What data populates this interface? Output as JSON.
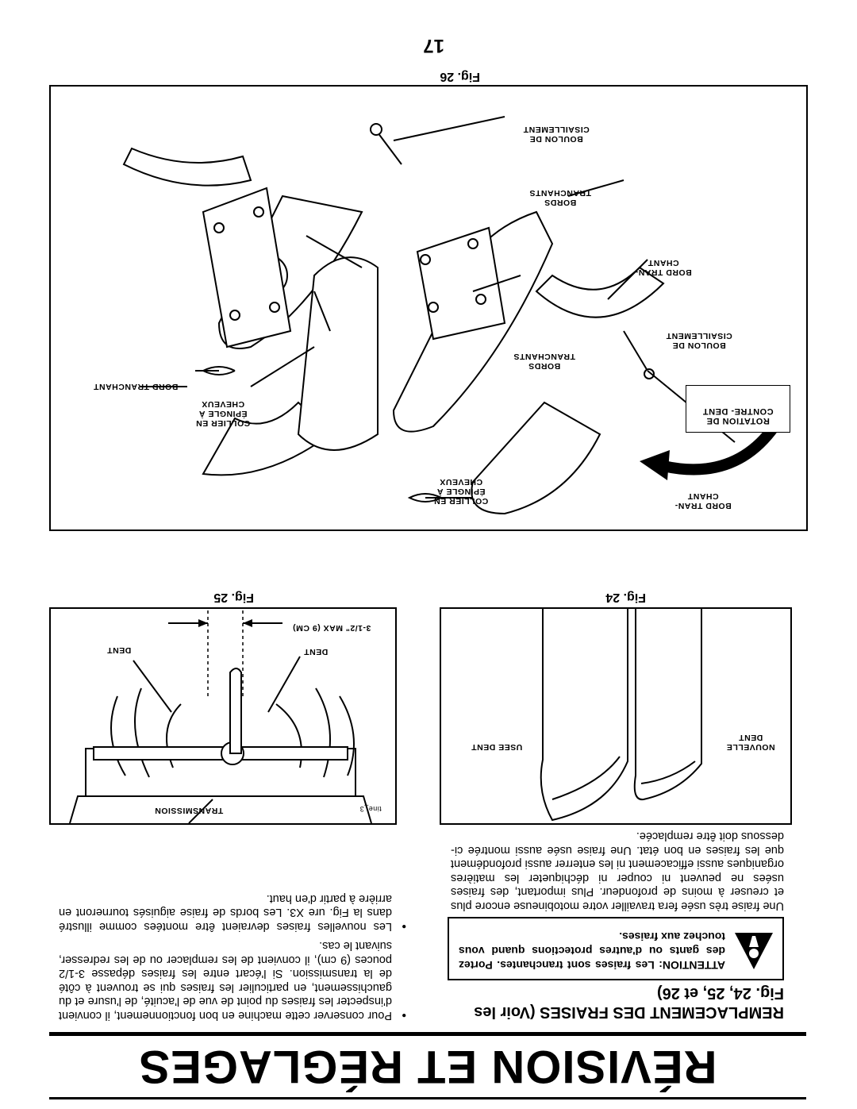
{
  "title": "RÉVISION ET RÉGLAGES",
  "section": {
    "heading": "REMPLACEMENT DES FRAISES (Voir les Fig. 24, 25, et 26)",
    "warning": "ATTENTION: Les fraises sont tranchantes. Portez des gants ou d'autres protections quand vous touchez aux fraises.",
    "left_text": "Une fraise très usée fera travailler votre motobineuse encore plus et creuser à moins de profondeur. Plus important, des fraises usées ne peuvent ni couper ni déchiqueter les matières organiques aussi efficacement ni les enterrer aussi profondément que les fraises en bon état. Une fraise usée aussi montrée ci-dessous doit être remplacée.",
    "bullet1": "Pour conserver cette machine en bon fonctionnement, il convient d'inspecter les fraises du point de vue de l'acuité, de l'usure et du gauchissement, en particulier les fraises qui se trouvent à côté de la transmission. Si l'écart entre les fraises dépasse 3-1/2 pouces (9 cm), il convient de les remplacer ou de les redresser, suivant le cas.",
    "bullet2": "Les nouvelles fraises devraient être montées comme illustré dans la Fig. ure X3. Les bords de fraise aiguisés tourneront en arrière à partir d'en haut."
  },
  "fig24": {
    "caption": "Fig. 24",
    "new_tine": "NOUVELLE DENT",
    "worn_tine": "USEE DENT"
  },
  "fig25": {
    "caption": "Fig. 25",
    "gap": "3-1/2\" MAX (9 CM)",
    "tine_left": "DENT",
    "tine_right": "DENT",
    "transmission": "TRANSMISSION",
    "ref": "tine_3"
  },
  "fig26": {
    "caption": "Fig. 26",
    "rotation": "ROTATION DE CONTRE- DENT",
    "shear_bolt_1": "BOULON DE CISAILLEMENT",
    "shear_bolt_2": "BOULON DE CISAILLEMENT",
    "cutting_edges_1": "BORDS TRANCHANTS",
    "cutting_edges_2": "BORDS TRANCHANTS",
    "cutting_edge_1": "BORD TRAN- CHANT",
    "cutting_edge_2": "BORD TRAN- CHANT",
    "cutting_edge_3": "BORD TRANCHANT",
    "hairpin_1": "COLLIER EN ÉPINGLE À CHEVEUX",
    "hairpin_2": "COLLIER EN ÉPINGLE À CHEVEUX"
  },
  "page_number": "17"
}
